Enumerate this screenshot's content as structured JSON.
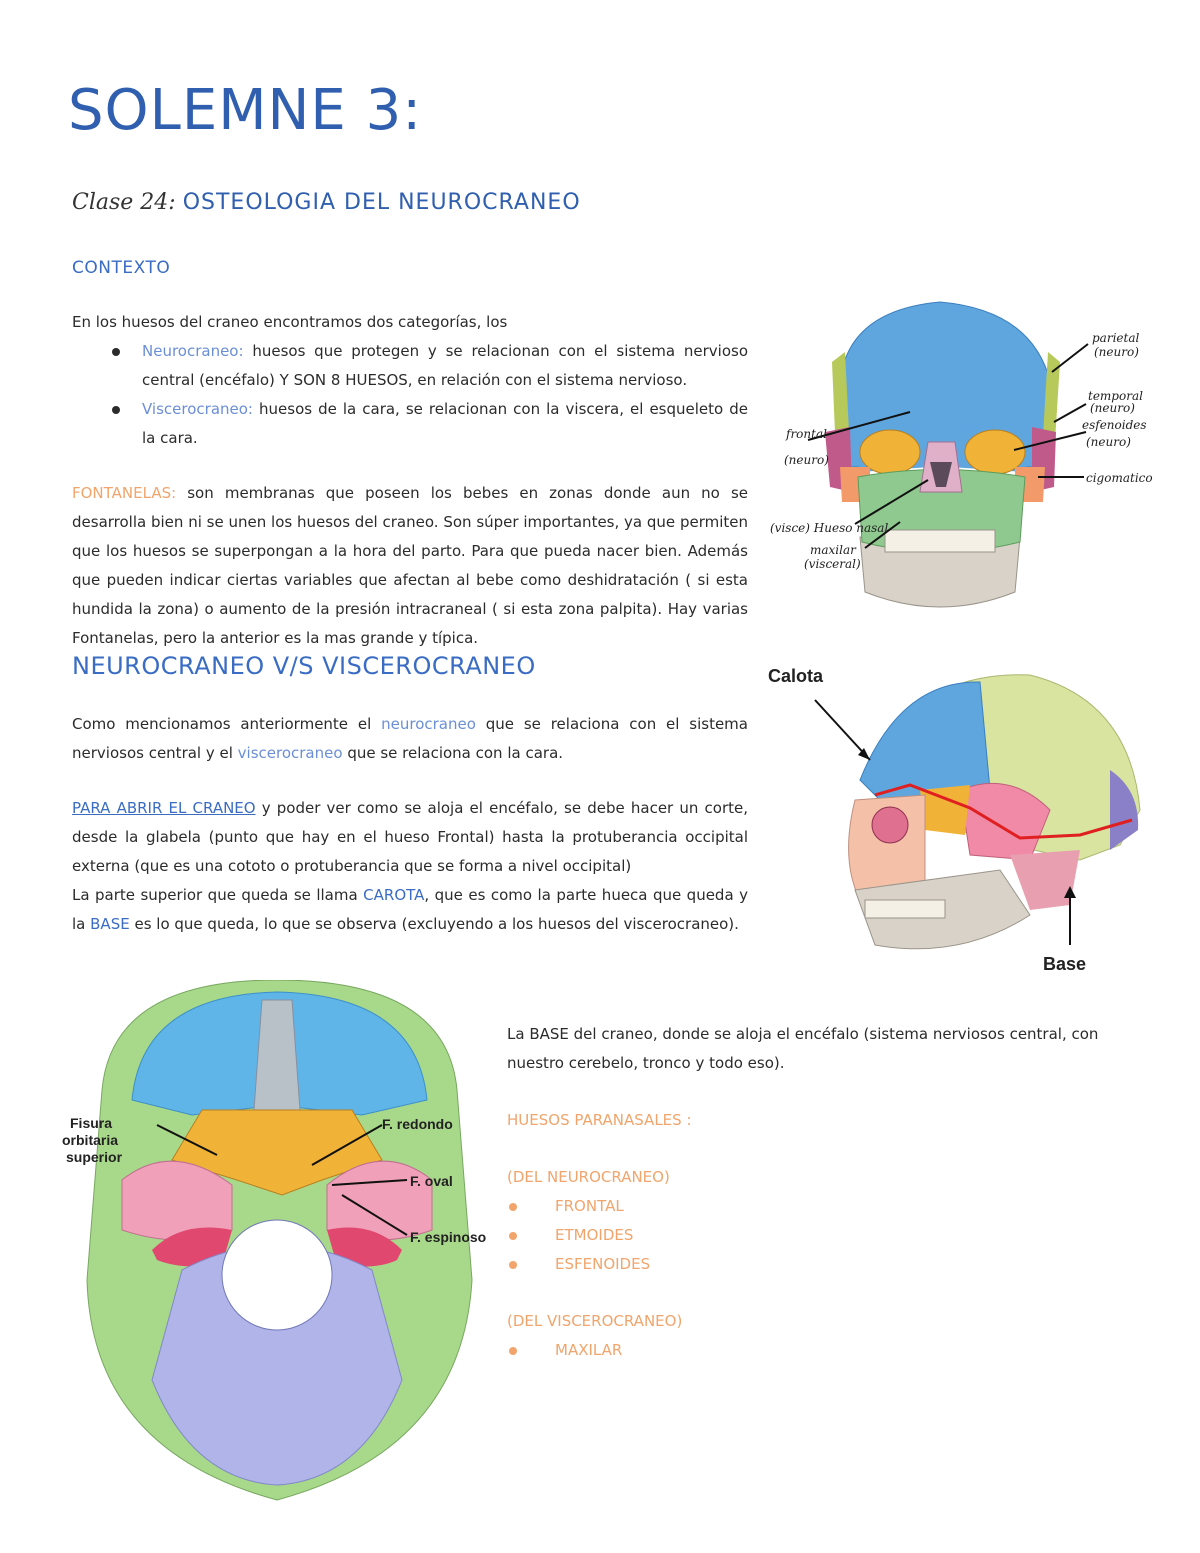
{
  "title": "SOLEMNE 3:",
  "class": {
    "label": "Clase 24:",
    "title": "OSTEOLOGIA DEL NEUROCRANEO"
  },
  "contexto": {
    "heading": "CONTEXTO",
    "intro": "En los huesos del craneo encontramos dos categorías, los",
    "bullets": [
      {
        "term": "Neurocraneo:",
        "text": " huesos que protegen y se relacionan con el sistema nervioso central (encéfalo) Y SON 8 HUESOS, en relación con el sistema nervioso."
      },
      {
        "term": "Viscerocraneo:",
        "text": " huesos de la cara, se relacionan con la viscera, el esqueleto de la cara."
      }
    ],
    "fontanelas_term": "FONTANELAS:",
    "fontanelas_text": " son membranas que poseen los bebes en zonas donde aun no se desarrolla bien ni se unen los huesos del craneo. Son súper importantes, ya que permiten que los huesos se superpongan a la hora del parto. Para que pueda nacer bien. Además que pueden indicar ciertas variables que afectan al bebe como deshidratación ( si esta hundida la zona) o aumento de la presión intracraneal ( si esta zona palpita). Hay varias Fontanelas, pero la anterior es la mas grande y típica."
  },
  "comparison": {
    "heading": "NEUROCRANEO V/S VISCEROCRANEO",
    "p1": {
      "a": "Como mencionamos anteriormente el ",
      "neuro": "neurocraneo",
      "b": " que se relaciona con el sistema nerviosos central y el ",
      "viscero": "viscerocraneo",
      "c": " que se relaciona con la cara."
    },
    "p2": {
      "lead": "PARA ABRIR EL CRANEO",
      "a": " y poder ver como se aloja el encéfalo, se debe hacer un corte, desde la glabela (punto que hay en el hueso Frontal) hasta la protuberancia occipital externa (que es una cototo o protuberancia que se forma a nivel occipital)",
      "b": "La parte superior que queda se llama ",
      "carota": "CAROTA",
      "c": ", que es como la parte hueca que queda y la ",
      "base": "BASE",
      "d": " es lo que queda, lo que se observa (excluyendo a los huesos del viscerocraneo)."
    }
  },
  "base_text": "La BASE del craneo, donde se aloja el encéfalo (sistema nerviosos central, con nuestro cerebelo, tronco y todo eso).",
  "paranasales": {
    "heading": "HUESOS PARANASALES :",
    "neuro_heading": "(DEL NEUROCRANEO)",
    "neuro_items": [
      "FRONTAL",
      "ETMOIDES",
      "ESFENOIDES"
    ],
    "viscero_heading": "(DEL VISCEROCRANEO)",
    "viscero_items": [
      "MAXILAR"
    ]
  },
  "figures": {
    "skull_front": {
      "labels": {
        "parietal": "parietal",
        "parietal_sub": "(neuro)",
        "temporal": "temporal",
        "temporal_sub": "(neuro)",
        "esfenoides": "esfenoides",
        "esfenoides_sub": "(neuro)",
        "cigomatico": "cigomatico",
        "frontal": "frontal",
        "frontal_sub": "(neuro)",
        "nasal": "(visce) Hueso nasal",
        "maxilar": "maxilar",
        "maxilar_sub": "(visceral)"
      }
    },
    "skull_lateral": {
      "calota": "Calota",
      "base": "Base"
    },
    "cranial_base": {
      "fisura": [
        "Fisura",
        "orbitaria",
        "superior"
      ],
      "redondo": "F. redondo",
      "oval": "F. oval",
      "espinoso": "F. espinoso"
    }
  },
  "colors": {
    "title_blue": "#2f5fae",
    "accent_blue": "#3a6cc4",
    "soft_blue": "#6b8fd6",
    "orange": "#f1a46b"
  }
}
